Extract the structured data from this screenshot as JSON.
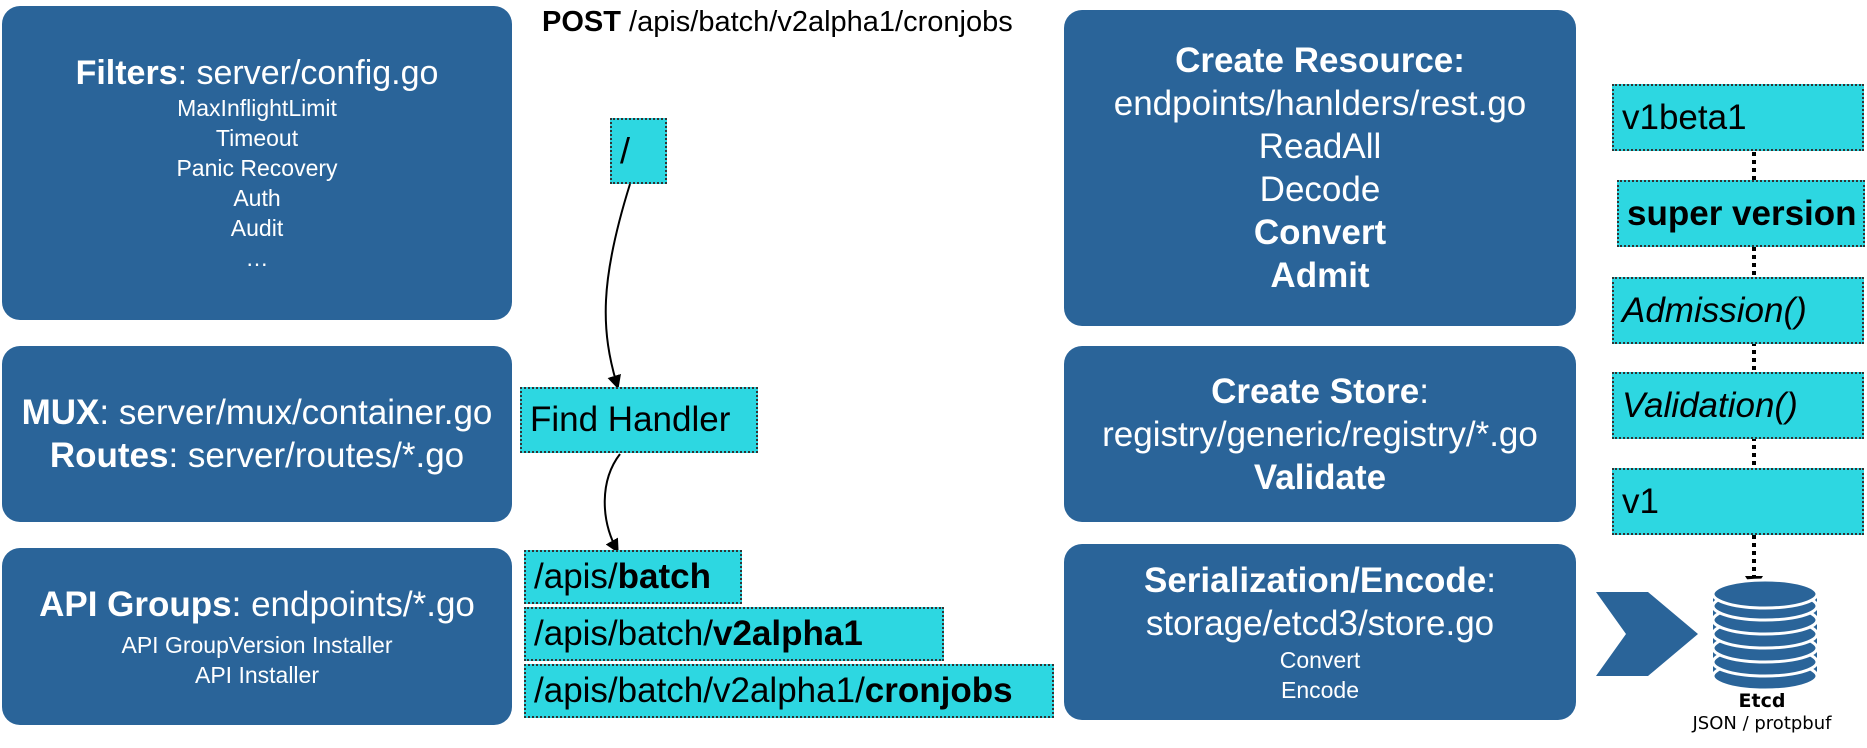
{
  "post": {
    "method": "POST",
    "path": "/apis/batch/v2alpha1/cronjobs"
  },
  "filters": {
    "title": "Filters",
    "file": ": server/config.go",
    "items": [
      "MaxInflightLimit",
      "Timeout",
      "Panic Recovery",
      "Auth",
      "Audit",
      "…"
    ]
  },
  "mux": {
    "title": "MUX",
    "file": ": server/mux/container.go",
    "routes_title": "Routes",
    "routes_file": ": server/routes/*.go"
  },
  "api_groups": {
    "title": "API Groups",
    "file": ": endpoints/*.go",
    "items": [
      "API GroupVersion Installer",
      "API Installer"
    ]
  },
  "path_nodes": {
    "root": "/",
    "find_handler": "Find Handler",
    "group_prefix": "/apis/",
    "group_bold": "batch",
    "version_prefix": "/apis/batch/",
    "version_bold": "v2alpha1",
    "resource_prefix": "/apis/batch/v2alpha1/",
    "resource_bold": "cronjobs"
  },
  "create_resource": {
    "title": "Create Resource:",
    "file": "endpoints/hanlders/rest.go",
    "steps": [
      "ReadAll",
      "Decode"
    ],
    "bold_steps": [
      "Convert",
      "Admit"
    ]
  },
  "create_store": {
    "title": "Create Store",
    "colon": ":",
    "file": "registry/generic/registry/*.go",
    "bold_step": "Validate"
  },
  "serialization": {
    "title": "Serialization/Encode",
    "colon": ":",
    "file": "storage/etcd3/store.go",
    "steps": [
      "Convert",
      "Encode"
    ]
  },
  "versions": {
    "v1beta1": "v1beta1",
    "super": "super version",
    "admission": "Admission()",
    "validation": "Validation()",
    "v1": "v1"
  },
  "etcd": {
    "label": "Etcd",
    "formats": "JSON / protpbuf"
  },
  "colors": {
    "box": "#2a6499",
    "node": "#2dd7e1"
  }
}
